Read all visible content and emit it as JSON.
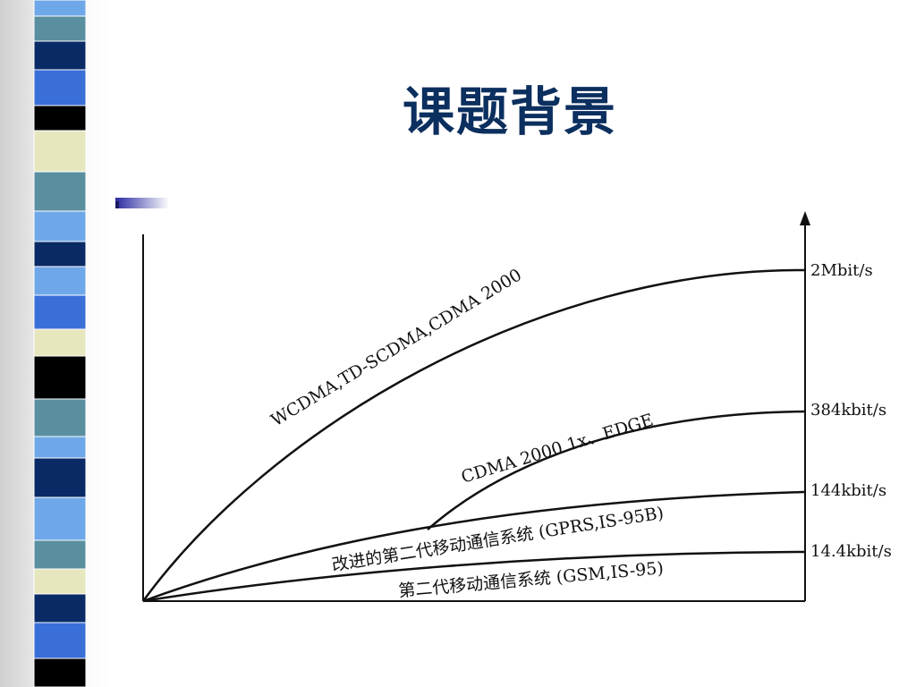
{
  "slide": {
    "title": "课题背景"
  },
  "diagram": {
    "curves": [
      {
        "label": "WCDMA,TD-SCDMA,CDMA 2000",
        "rate": "2Mbit/s"
      },
      {
        "label": "CDMA 2000 1x、EDGE",
        "rate": "384kbit/s"
      },
      {
        "label": "改进的第二代移动通信系统 (GPRS,IS-95B)",
        "rate": "144kbit/s"
      },
      {
        "label": "第二代移动通信系统 (GSM,IS-95)",
        "rate": "14.4kbit/s"
      }
    ]
  },
  "colors": {
    "title": "#0b2f5e",
    "strip_dark": "#0a2a66",
    "strip_blue": "#3a6fd8",
    "strip_sky": "#6fa8e8",
    "strip_teal": "#5a8fa0",
    "strip_cream": "#e6e6bf",
    "strip_black": "#000000"
  }
}
